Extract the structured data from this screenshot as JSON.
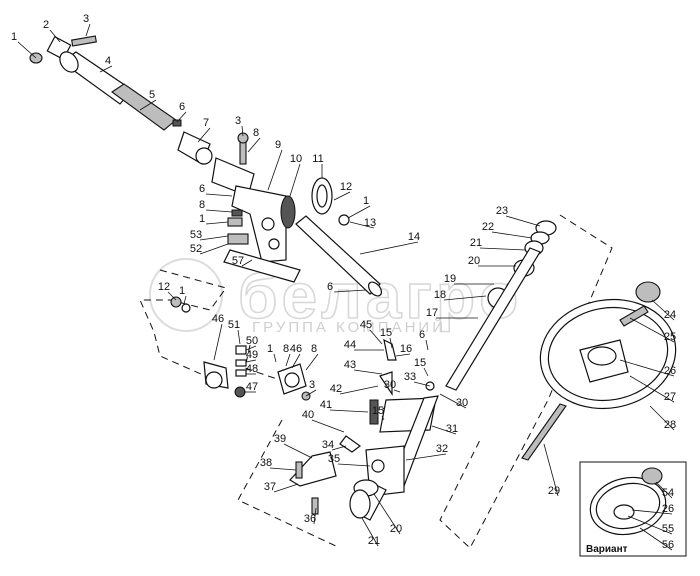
{
  "watermark": {
    "brand": "белагро",
    "subtitle": "ГРУППА КОМПАНИЙ"
  },
  "inset": {
    "label": "Вариант"
  },
  "callouts": [
    {
      "id": "c1a",
      "text": "1"
    },
    {
      "id": "c2",
      "text": "2"
    },
    {
      "id": "c3a",
      "text": "3"
    },
    {
      "id": "c4",
      "text": "4"
    },
    {
      "id": "c5",
      "text": "5"
    },
    {
      "id": "c6a",
      "text": "6"
    },
    {
      "id": "c7",
      "text": "7"
    },
    {
      "id": "c3b",
      "text": "3"
    },
    {
      "id": "c8a",
      "text": "8"
    },
    {
      "id": "c9",
      "text": "9"
    },
    {
      "id": "c10",
      "text": "10"
    },
    {
      "id": "c11",
      "text": "11"
    },
    {
      "id": "c6b",
      "text": "6"
    },
    {
      "id": "c8b",
      "text": "8"
    },
    {
      "id": "c12a",
      "text": "12"
    },
    {
      "id": "c1b",
      "text": "1"
    },
    {
      "id": "c1c",
      "text": "1"
    },
    {
      "id": "c13",
      "text": "13"
    },
    {
      "id": "c53",
      "text": "53"
    },
    {
      "id": "c14",
      "text": "14"
    },
    {
      "id": "c52",
      "text": "52"
    },
    {
      "id": "c57",
      "text": "57"
    },
    {
      "id": "c6c",
      "text": "6"
    },
    {
      "id": "c12b",
      "text": "12"
    },
    {
      "id": "c1d",
      "text": "1"
    },
    {
      "id": "c23",
      "text": "23"
    },
    {
      "id": "c22",
      "text": "22"
    },
    {
      "id": "c21a",
      "text": "21"
    },
    {
      "id": "c20a",
      "text": "20"
    },
    {
      "id": "c19",
      "text": "19"
    },
    {
      "id": "c18",
      "text": "18"
    },
    {
      "id": "c24",
      "text": "24"
    },
    {
      "id": "c17",
      "text": "17"
    },
    {
      "id": "c25",
      "text": "25"
    },
    {
      "id": "c46a",
      "text": "46"
    },
    {
      "id": "c51",
      "text": "51"
    },
    {
      "id": "c45",
      "text": "45"
    },
    {
      "id": "c15a",
      "text": "15"
    },
    {
      "id": "c6d",
      "text": "6"
    },
    {
      "id": "c50",
      "text": "50"
    },
    {
      "id": "c44",
      "text": "44"
    },
    {
      "id": "c16",
      "text": "16"
    },
    {
      "id": "c1e",
      "text": "1"
    },
    {
      "id": "c8c",
      "text": "8"
    },
    {
      "id": "c46b",
      "text": "46"
    },
    {
      "id": "c8d",
      "text": "8"
    },
    {
      "id": "c49",
      "text": "49"
    },
    {
      "id": "c43",
      "text": "43"
    },
    {
      "id": "c15b",
      "text": "15"
    },
    {
      "id": "c26a",
      "text": "26"
    },
    {
      "id": "c48",
      "text": "48"
    },
    {
      "id": "c33",
      "text": "33"
    },
    {
      "id": "c47",
      "text": "47"
    },
    {
      "id": "c3c",
      "text": "3"
    },
    {
      "id": "c30a",
      "text": "30"
    },
    {
      "id": "c42",
      "text": "42"
    },
    {
      "id": "c30b",
      "text": "30"
    },
    {
      "id": "c27",
      "text": "27"
    },
    {
      "id": "c41",
      "text": "41"
    },
    {
      "id": "c15c",
      "text": "15"
    },
    {
      "id": "c40",
      "text": "40"
    },
    {
      "id": "c31",
      "text": "31"
    },
    {
      "id": "c28",
      "text": "28"
    },
    {
      "id": "c34",
      "text": "34"
    },
    {
      "id": "c39",
      "text": "39"
    },
    {
      "id": "c32",
      "text": "32"
    },
    {
      "id": "c35",
      "text": "35"
    },
    {
      "id": "c38",
      "text": "38"
    },
    {
      "id": "c29",
      "text": "29"
    },
    {
      "id": "c54",
      "text": "54"
    },
    {
      "id": "c37",
      "text": "37"
    },
    {
      "id": "c26b",
      "text": "26"
    },
    {
      "id": "c36",
      "text": "36"
    },
    {
      "id": "c20b",
      "text": "20"
    },
    {
      "id": "c55",
      "text": "55"
    },
    {
      "id": "c21b",
      "text": "21"
    },
    {
      "id": "c56",
      "text": "56"
    }
  ]
}
